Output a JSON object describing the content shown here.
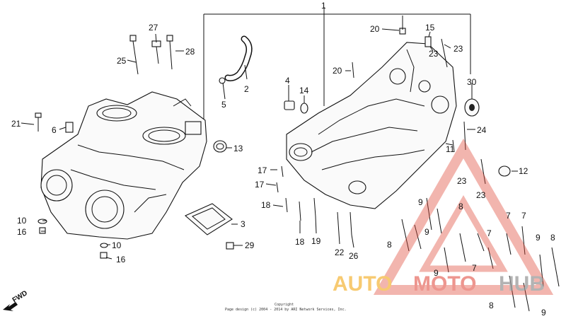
{
  "callouts": {
    "c1": "1",
    "c2": "2",
    "c3": "3",
    "c4": "4",
    "c5": "5",
    "c6": "6",
    "c7a": "7",
    "c7b": "7",
    "c7c": "7",
    "c7d": "7",
    "c8a": "8",
    "c8b": "8",
    "c8c": "8",
    "c8d": "8",
    "c9a": "9",
    "c9b": "9",
    "c9c": "9",
    "c9d": "9",
    "c9e": "9",
    "c10a": "10",
    "c10b": "10",
    "c11": "11",
    "c12": "12",
    "c13": "13",
    "c14": "14",
    "c15": "15",
    "c16a": "16",
    "c16b": "16",
    "c17a": "17",
    "c17b": "17",
    "c18a": "18",
    "c18b": "18",
    "c19": "19",
    "c20a": "20",
    "c20b": "20",
    "c21": "21",
    "c22": "22",
    "c23a": "23",
    "c23b": "23",
    "c23c": "23",
    "c23d": "23",
    "c24": "24",
    "c25": "25",
    "c26": "26",
    "c27": "27",
    "c28": "28",
    "c29": "29",
    "c30": "30"
  },
  "fwd": "FWD",
  "copyright": {
    "line1": "Copyright",
    "line2": "Page design (c) 2004 - 2014 by ARI Network Services, Inc."
  },
  "watermark": {
    "text_a": "AUTO",
    "text_b": "MOTO",
    "text_c": "HUB",
    "color_a": "#f5b942",
    "color_b": "#e8736a",
    "color_c": "#9a9a9a",
    "triangle_color": "#e04a3a"
  }
}
